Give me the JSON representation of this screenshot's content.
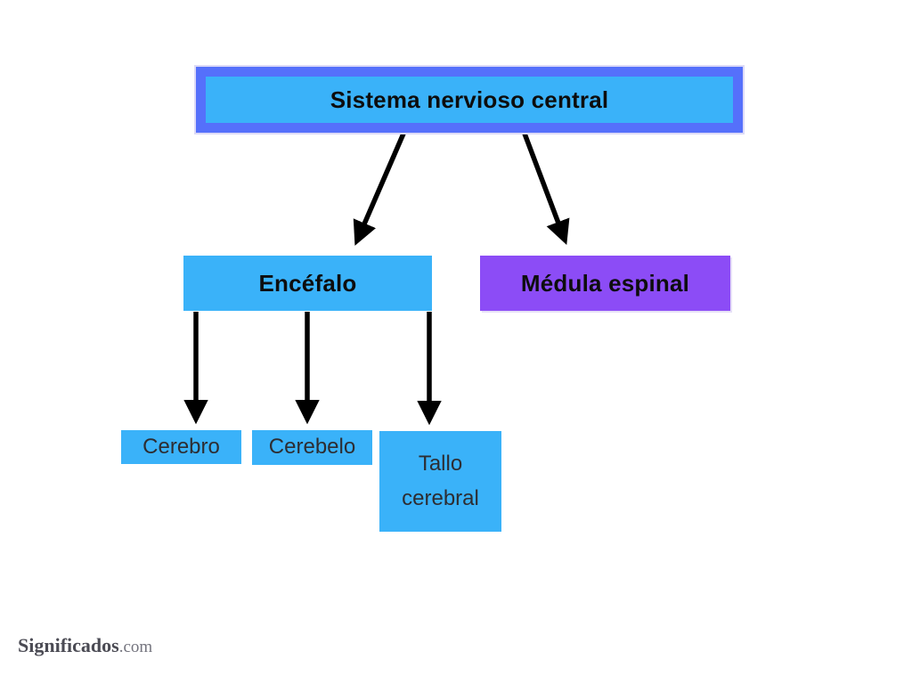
{
  "nodes": {
    "root": {
      "label": "Sistema nervioso central"
    },
    "encefalo": {
      "label": "Encéfalo"
    },
    "medula": {
      "label": "Médula espinal"
    },
    "cerebro": {
      "label": "Cerebro"
    },
    "cerebelo": {
      "label": "Cerebelo"
    },
    "tallo": {
      "label": "Tallo cerebral"
    }
  },
  "edges": [
    {
      "from": "root",
      "to": "encefalo"
    },
    {
      "from": "root",
      "to": "medula"
    },
    {
      "from": "encefalo",
      "to": "cerebro"
    },
    {
      "from": "encefalo",
      "to": "cerebelo"
    },
    {
      "from": "encefalo",
      "to": "tallo"
    }
  ],
  "colors": {
    "root_border": "#5570fb",
    "node_blue": "#3ab2f9",
    "node_purple": "#8c4cf6",
    "arrow": "#000000",
    "outline_lavender": "#dcdaf7"
  },
  "watermark": {
    "brand": "Significados",
    "tld": ".com"
  }
}
